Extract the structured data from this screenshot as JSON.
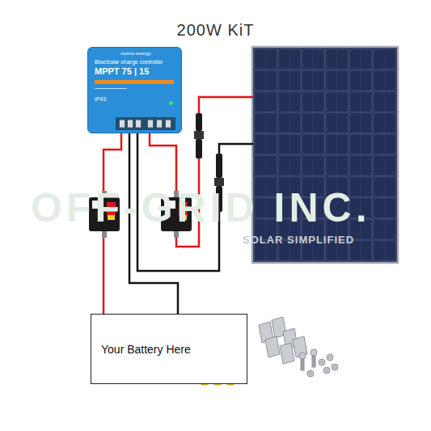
{
  "diagram": {
    "title": "200W KiT",
    "nodes": [
      {
        "text": [
          "victron energy",
          "BlueSolar charge controller",
          "MPPT 75 | 15",
          "IP43"
        ]
      },
      {
        "text": [
          "Your Battery Here"
        ]
      }
    ],
    "edges": [
      {
        "from": 0,
        "to": 1,
        "arrow": "none"
      },
      {
        "from": 0,
        "to": 1,
        "arrow": "none"
      }
    ],
    "labels": [
      "OFF-GRID INC.",
      "SOLAR SIMPLIFIED"
    ]
  }
}
